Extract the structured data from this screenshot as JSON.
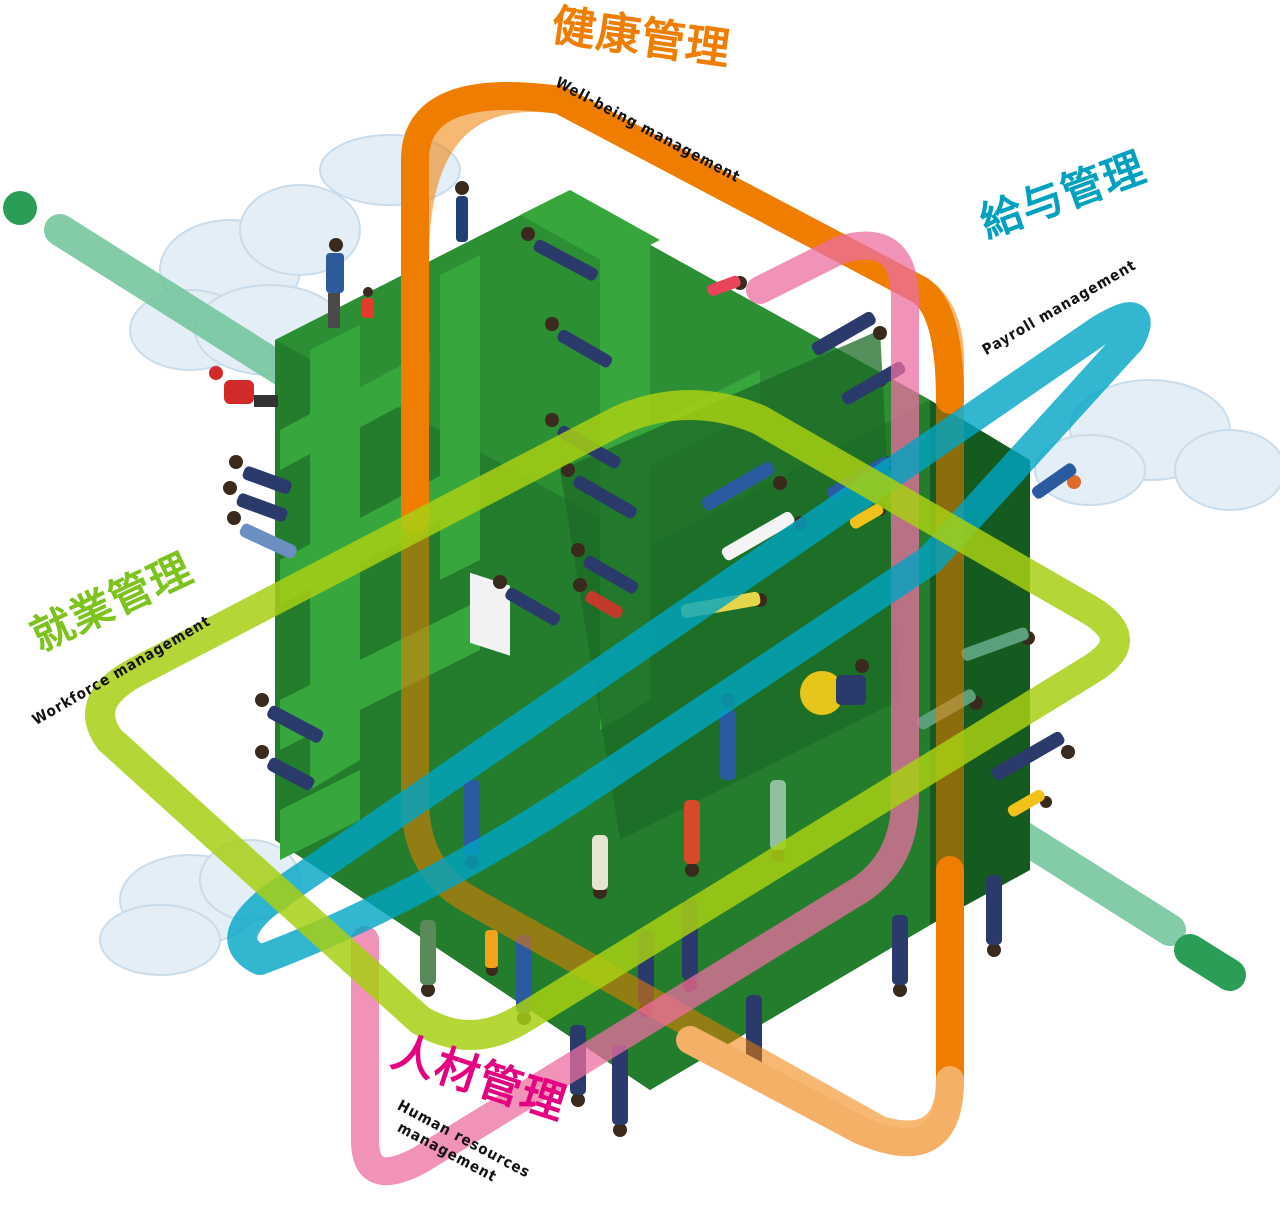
{
  "labels": {
    "wellbeing": {
      "jp": "健康管理",
      "en": "Well-being management",
      "color": "#ee7d00"
    },
    "payroll": {
      "jp": "給与管理",
      "en": "Payroll management",
      "color": "#00a0c1"
    },
    "workforce": {
      "jp": "就業管理",
      "en": "Workforce management",
      "color": "#7dc31e"
    },
    "hr": {
      "jp": "人材管理",
      "en": "Human resources",
      "en2": "management",
      "color": "#e4007f"
    }
  },
  "colors": {
    "block_front": "#237d2d",
    "block_top": "#35a23a",
    "block_side": "#155a1f",
    "ring_orange": "#ee7d00",
    "ring_pink": "#ec6ea1",
    "ring_blue": "#00a5c4",
    "ring_lime": "#a7cf13",
    "ring_mint": "#6fc49a",
    "cloud": "#e3eef6"
  }
}
